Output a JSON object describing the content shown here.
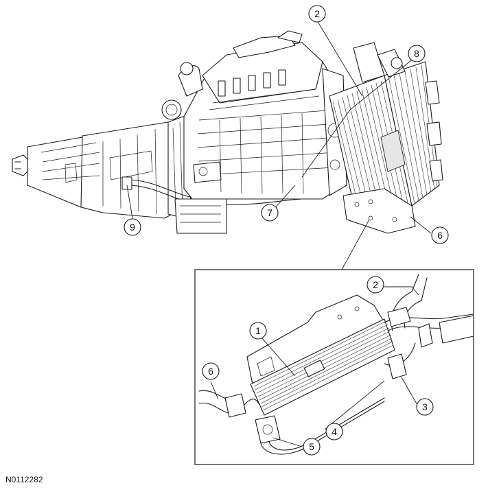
{
  "figure": {
    "reference_code": "N0112282"
  },
  "callouts_main": [
    {
      "id": "main-2",
      "label": "2"
    },
    {
      "id": "main-8",
      "label": "8"
    },
    {
      "id": "main-7",
      "label": "7"
    },
    {
      "id": "main-9",
      "label": "9"
    },
    {
      "id": "main-6",
      "label": "6"
    }
  ],
  "callouts_inset": [
    {
      "id": "inset-1",
      "label": "1"
    },
    {
      "id": "inset-2",
      "label": "2"
    },
    {
      "id": "inset-3",
      "label": "3"
    },
    {
      "id": "inset-4",
      "label": "4"
    },
    {
      "id": "inset-5",
      "label": "5"
    },
    {
      "id": "inset-6",
      "label": "6"
    }
  ]
}
